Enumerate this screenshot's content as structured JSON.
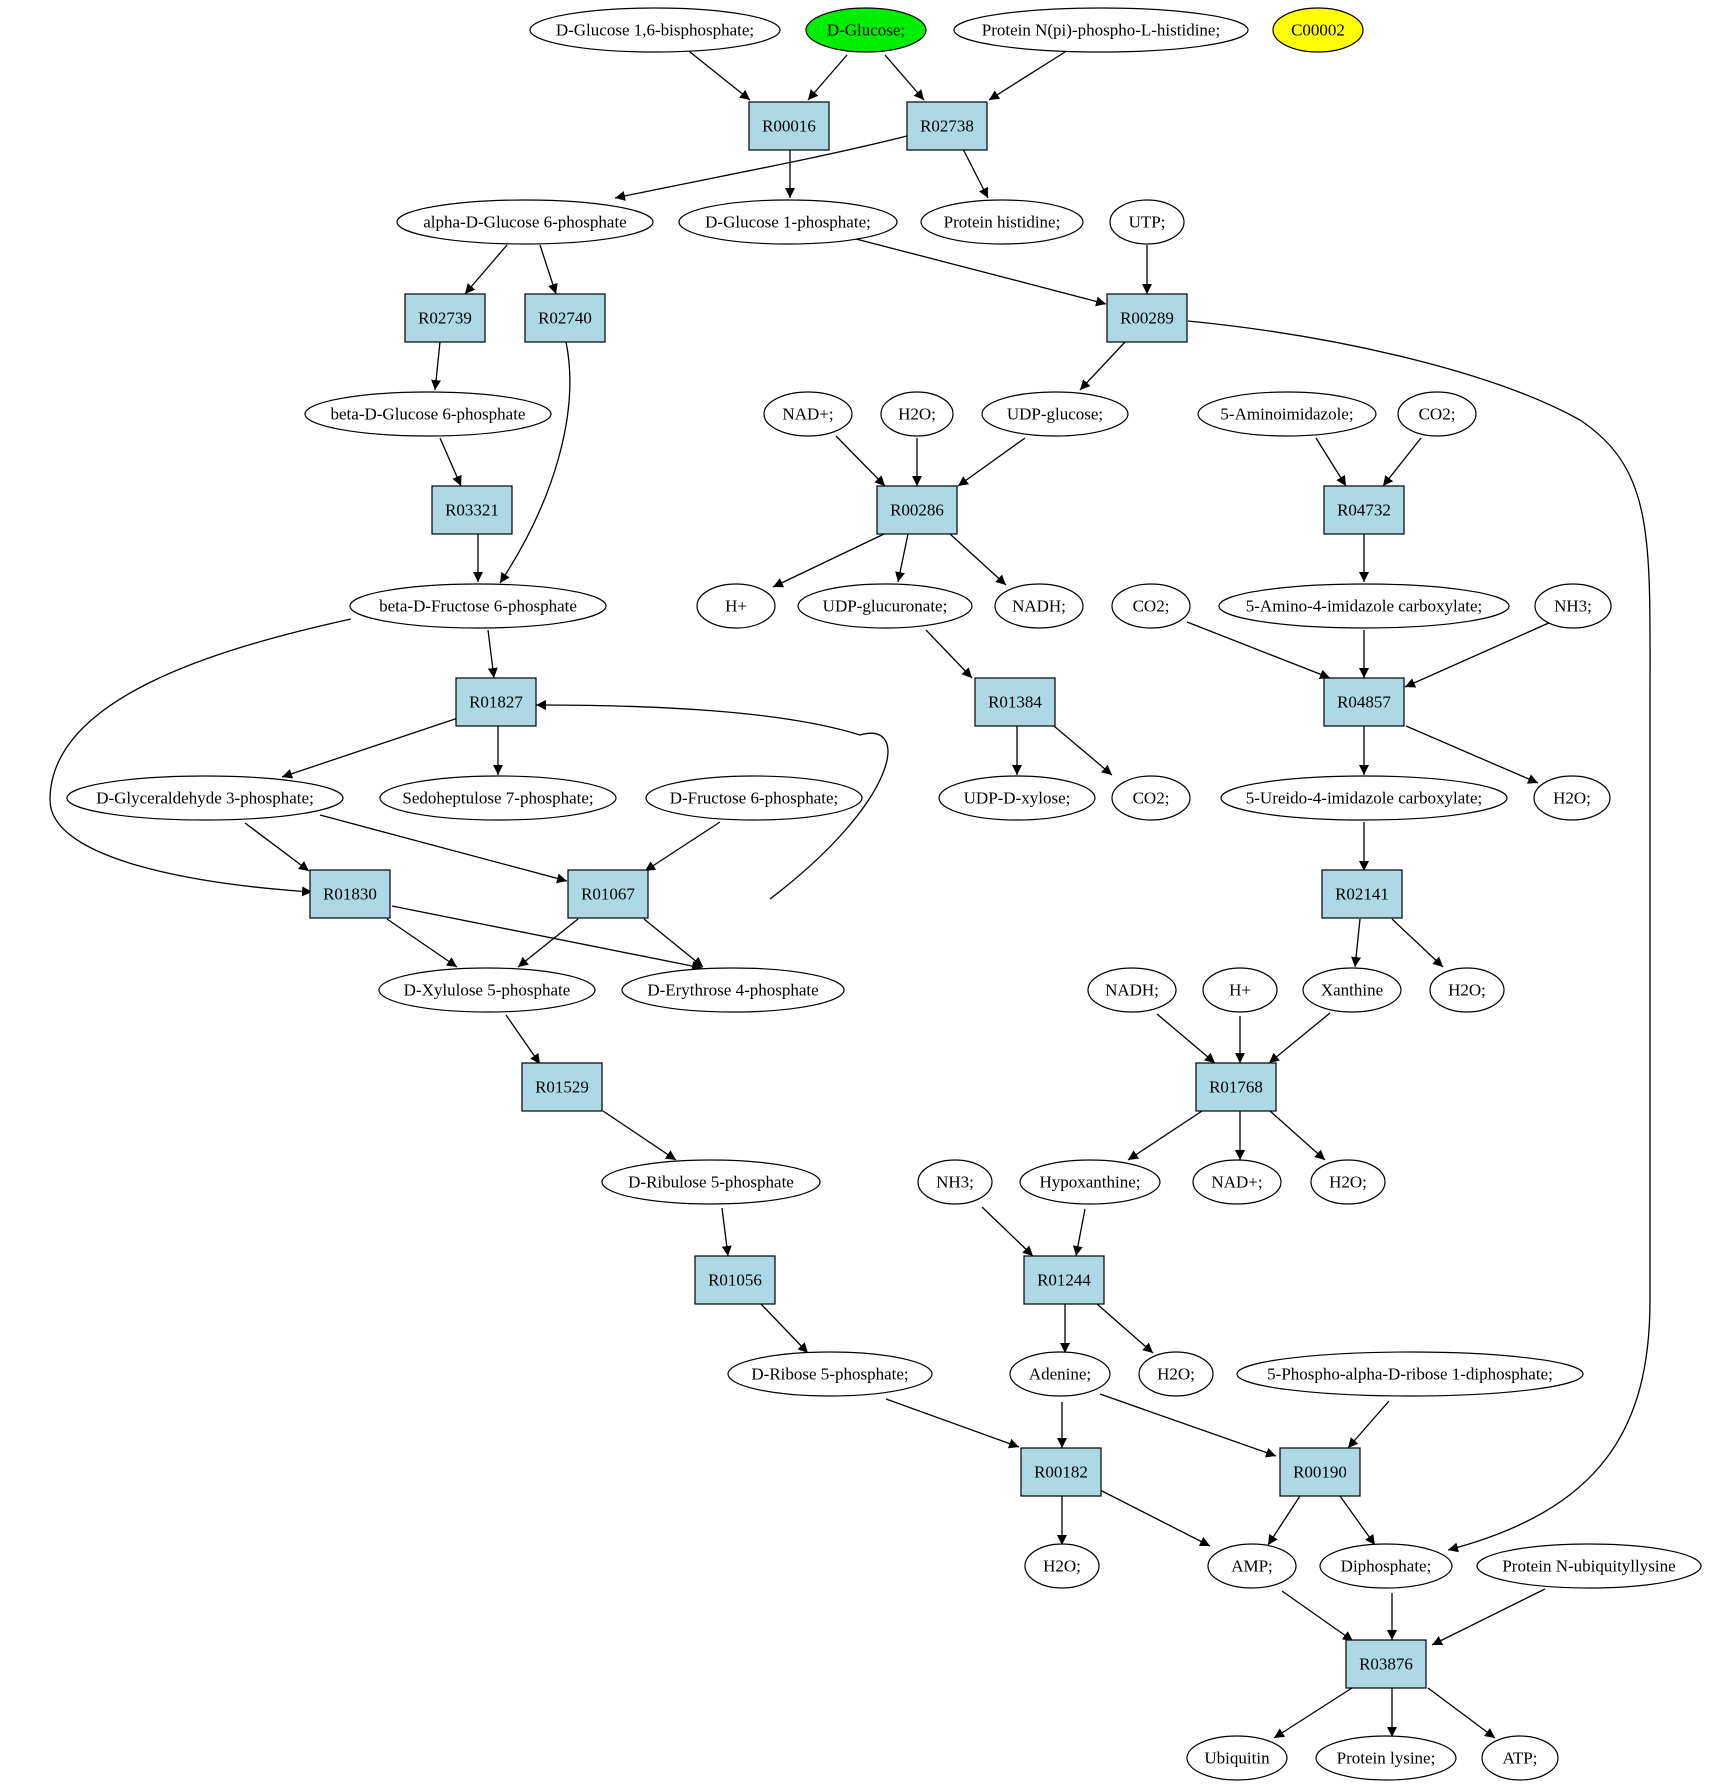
{
  "colors": {
    "compound_fill": "#ffffff",
    "reaction_fill": "#add8e6",
    "highlight_green": "#00ee00",
    "highlight_yellow": "#ffff00",
    "stroke": "#000000"
  },
  "compounds": {
    "c1": "D-Glucose 1,6-bisphosphate;",
    "c2": "D-Glucose;",
    "c3": "Protein N(pi)-phospho-L-histidine;",
    "c4": "C00002",
    "c5": "alpha-D-Glucose 6-phosphate",
    "c6": "D-Glucose 1-phosphate;",
    "c7": "Protein histidine;",
    "c8": "UTP;",
    "c9": "beta-D-Glucose 6-phosphate",
    "c10": "NAD+;",
    "c11": "H2O;",
    "c12": "UDP-glucose;",
    "c13": "5-Aminoimidazole;",
    "c14": "CO2;",
    "c15": "beta-D-Fructose 6-phosphate",
    "c16": "H+",
    "c17": "UDP-glucuronate;",
    "c18": "NADH;",
    "c19": "CO2;",
    "c20": "5-Amino-4-imidazole carboxylate;",
    "c21": "NH3;",
    "c22": "D-Glyceraldehyde 3-phosphate;",
    "c23": "Sedoheptulose 7-phosphate;",
    "c24": "D-Fructose 6-phosphate;",
    "c25": "UDP-D-xylose;",
    "c26": "CO2;",
    "c27": "5-Ureido-4-imidazole carboxylate;",
    "c28": "H2O;",
    "c29": "D-Xylulose 5-phosphate",
    "c30": "D-Erythrose 4-phosphate",
    "c31": "NADH;",
    "c32": "H+",
    "c33": "Xanthine",
    "c34": "H2O;",
    "c35": "D-Ribulose 5-phosphate",
    "c36": "NH3;",
    "c37": "Hypoxanthine;",
    "c38": "NAD+;",
    "c39": "H2O;",
    "c40": "D-Ribose 5-phosphate;",
    "c41": "Adenine;",
    "c42": "H2O;",
    "c43": "5-Phospho-alpha-D-ribose 1-diphosphate;",
    "c44": "H2O;",
    "c45": "AMP;",
    "c46": "Diphosphate;",
    "c47": "Protein N-ubiquityllysine",
    "c48": "Ubiquitin",
    "c49": "Protein lysine;",
    "c50": "ATP;"
  },
  "reactions": {
    "R00016": "R00016",
    "R02738": "R02738",
    "R02739": "R02739",
    "R02740": "R02740",
    "R00289": "R00289",
    "R03321": "R03321",
    "R00286": "R00286",
    "R04732": "R04732",
    "R01827": "R01827",
    "R01384": "R01384",
    "R04857": "R04857",
    "R01830": "R01830",
    "R01067": "R01067",
    "R02141": "R02141",
    "R01529": "R01529",
    "R01768": "R01768",
    "R01056": "R01056",
    "R01244": "R01244",
    "R00182": "R00182",
    "R00190": "R00190",
    "R03876": "R03876"
  }
}
